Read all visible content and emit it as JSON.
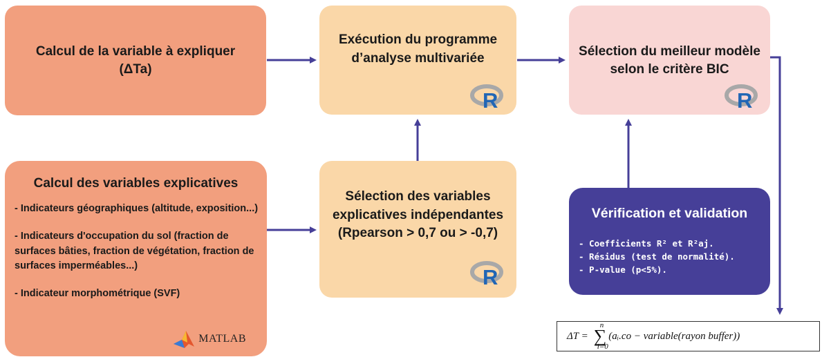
{
  "boxes": {
    "calc_target": {
      "line1": "Calcul de la variable à expliquer",
      "line2": "(ΔTa)"
    },
    "execution": {
      "line1": "Exécution du programme",
      "line2": "d’analyse multivariée"
    },
    "selection_model": {
      "line1": "Sélection du meilleur modèle",
      "line2": "selon le critère BIC"
    },
    "calc_explanatory": {
      "title": "Calcul des variables explicatives",
      "items": [
        "- Indicateurs géographiques (altitude, exposition...)",
        "- Indicateurs d'occupation du sol (fraction de surfaces bâties, fraction de végétation, fraction de surfaces imperméables...)",
        "- Indicateur morphométrique (SVF)"
      ]
    },
    "selection_vars": {
      "line1": "Sélection des variables",
      "line2": "explicatives indépendantes",
      "line3": "(Rpearson > 0,7 ou > -0,7)"
    },
    "verification": {
      "title": "Vérification et validation",
      "items": [
        "- Coefficients R² et R²aj.",
        "- Résidus (test de normalité).",
        "- P-value (p<5%)."
      ]
    }
  },
  "logos": {
    "r_logo_letter": "R",
    "matlab_label": "MATLAB"
  },
  "formula": {
    "lhs": "ΔT =",
    "sum_symbol": "∑",
    "sum_upper": "n",
    "sum_lower": "i=0",
    "body": "(aᵢ.co − variable(rayon buffer))"
  },
  "colors": {
    "arrow": "#463f98",
    "box_salmon": "#f29f7e",
    "box_peach": "#fad7a8",
    "box_pink": "#f9d6d4",
    "box_indigo": "#463f98",
    "r_blue": "#2166b5",
    "r_ring": "#a8a8a8"
  }
}
